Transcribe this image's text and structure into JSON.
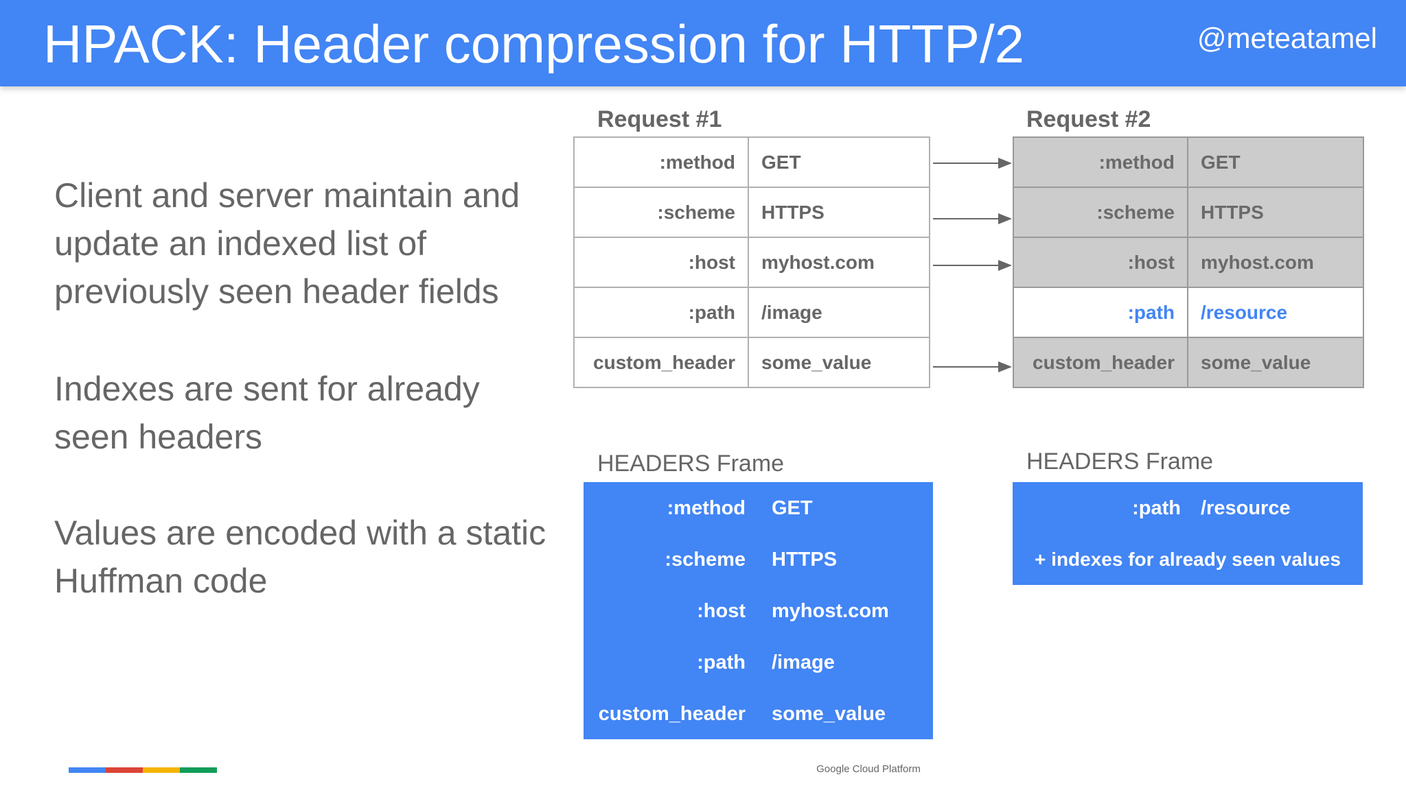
{
  "header": {
    "title": "HPACK: Header compression for HTTP/2",
    "handle": "@meteatamel"
  },
  "bullets": [
    "Client and server maintain and update an indexed list of previously seen header fields",
    "Indexes are sent for already seen headers",
    "Values are encoded with a static Huffman code"
  ],
  "request1": {
    "label": "Request #1",
    "rows": [
      {
        "key": ":method",
        "value": "GET"
      },
      {
        "key": ":scheme",
        "value": "HTTPS"
      },
      {
        "key": ":host",
        "value": "myhost.com"
      },
      {
        "key": ":path",
        "value": "/image"
      },
      {
        "key": "custom_header",
        "value": "some_value"
      }
    ]
  },
  "request2": {
    "label": "Request #2",
    "rows": [
      {
        "key": ":method",
        "value": "GET"
      },
      {
        "key": ":scheme",
        "value": "HTTPS"
      },
      {
        "key": ":host",
        "value": "myhost.com"
      },
      {
        "key": ":path",
        "value": "/resource"
      },
      {
        "key": "custom_header",
        "value": "some_value"
      }
    ]
  },
  "frame1": {
    "label": "HEADERS Frame",
    "rows": [
      {
        "key": ":method",
        "value": "GET"
      },
      {
        "key": ":scheme",
        "value": "HTTPS"
      },
      {
        "key": ":host",
        "value": "myhost.com"
      },
      {
        "key": ":path",
        "value": "/image"
      },
      {
        "key": "custom_header",
        "value": "some_value"
      }
    ]
  },
  "frame2": {
    "label": "HEADERS Frame",
    "row": {
      "key": ":path",
      "value": "/resource"
    },
    "note": "+ indexes for already seen values"
  },
  "footer": {
    "text": "Google Cloud Platform"
  },
  "colors": {
    "brand_blue": "#4285f4",
    "google_blue": "#4285f4",
    "google_red": "#db4437",
    "google_yellow": "#f4b400",
    "google_green": "#0f9d58",
    "text_gray": "#666666",
    "cached_row": "#cccccc"
  }
}
